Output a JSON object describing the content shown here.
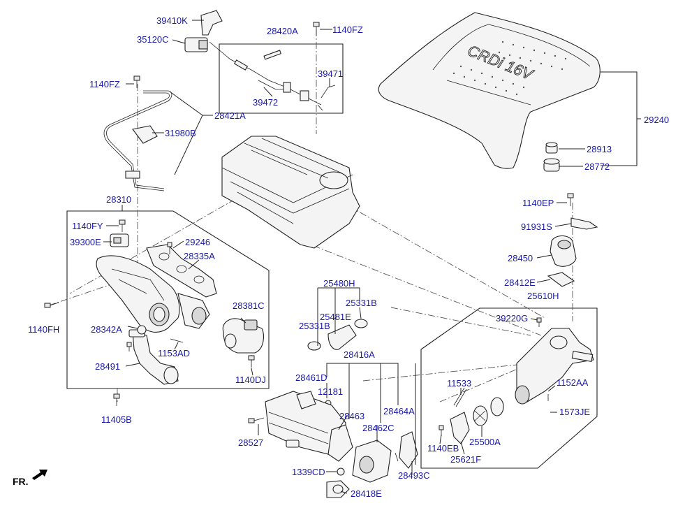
{
  "parts": {
    "p39410K": "39410K",
    "p35120C": "35120C",
    "p28420A": "28420A",
    "p1140FZ_top": "1140FZ",
    "p1140FZ_left": "1140FZ",
    "p39471": "39471",
    "p39472": "39472",
    "p28421A": "28421A",
    "p31980B": "31980B",
    "p29240": "29240",
    "p28913": "28913",
    "p28772": "28772",
    "p28310": "28310",
    "p1140FY": "1140FY",
    "p39300E": "39300E",
    "p29246": "29246",
    "p28335A": "28335A",
    "p1140EP": "1140EP",
    "p91931S": "91931S",
    "p28450": "28450",
    "p28412E": "28412E",
    "p25480H": "25480H",
    "p25331B_right": "25331B",
    "p25481E": "25481E",
    "p25331B_left": "25331B",
    "p25610H": "25610H",
    "p39220G": "39220G",
    "p1140FH": "1140FH",
    "p28381C": "28381C",
    "p28342A": "28342A",
    "p1153AD": "1153AD",
    "p28491": "28491",
    "p1140DJ": "1140DJ",
    "p28416A": "28416A",
    "p28461D": "28461D",
    "p12181": "12181",
    "p11533": "11533",
    "p1152AA": "1152AA",
    "p1573JE": "1573JE",
    "p11405B": "11405B",
    "p28463": "28463",
    "p28464A": "28464A",
    "p28527": "28527",
    "p28462C": "28462C",
    "p1140EB": "1140EB",
    "p25500A": "25500A",
    "p25621F": "25621F",
    "p1339CD": "1339CD",
    "p28493C": "28493C",
    "p28418E": "28418E"
  },
  "cover_text": "CRDi 16V",
  "front_indicator": "FR.",
  "colors": {
    "label": "#1a1aa8",
    "line": "#222222"
  }
}
